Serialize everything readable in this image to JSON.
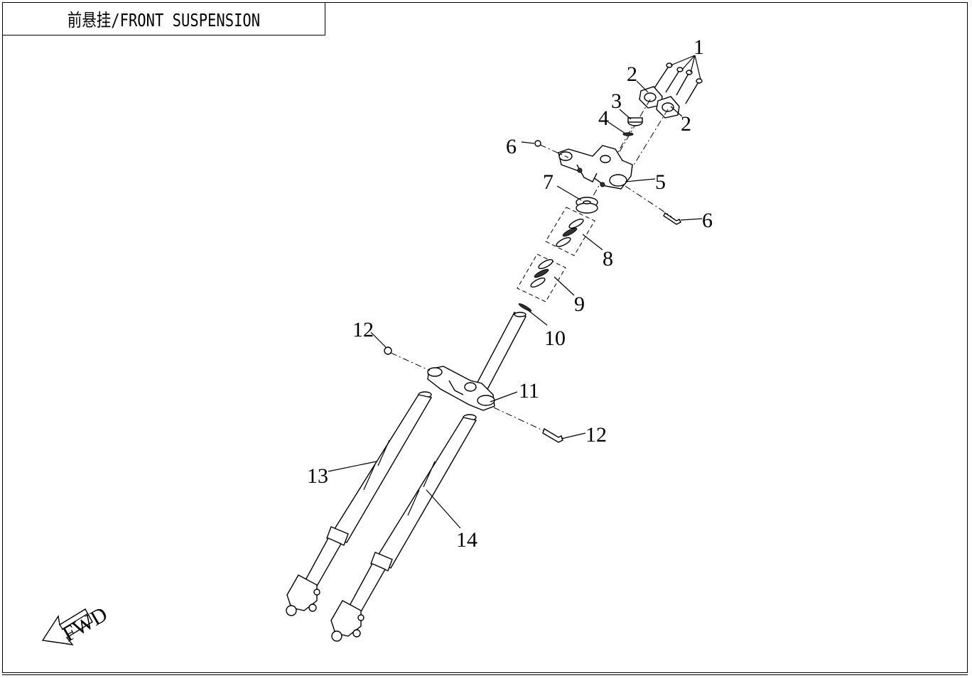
{
  "title": "前悬挂/FRONT SUSPENSION",
  "fwd_label": "FWD",
  "callouts": [
    {
      "id": "c1",
      "text": "1"
    },
    {
      "id": "c2a",
      "text": "2"
    },
    {
      "id": "c2b",
      "text": "2"
    },
    {
      "id": "c3",
      "text": "3"
    },
    {
      "id": "c4",
      "text": "4"
    },
    {
      "id": "c5",
      "text": "5"
    },
    {
      "id": "c6a",
      "text": "6"
    },
    {
      "id": "c6b",
      "text": "6"
    },
    {
      "id": "c7",
      "text": "7"
    },
    {
      "id": "c8",
      "text": "8"
    },
    {
      "id": "c9",
      "text": "9"
    },
    {
      "id": "c10",
      "text": "10"
    },
    {
      "id": "c11",
      "text": "11"
    },
    {
      "id": "c12a",
      "text": "12"
    },
    {
      "id": "c12b",
      "text": "12"
    },
    {
      "id": "c13",
      "text": "13"
    },
    {
      "id": "c14",
      "text": "14"
    }
  ]
}
